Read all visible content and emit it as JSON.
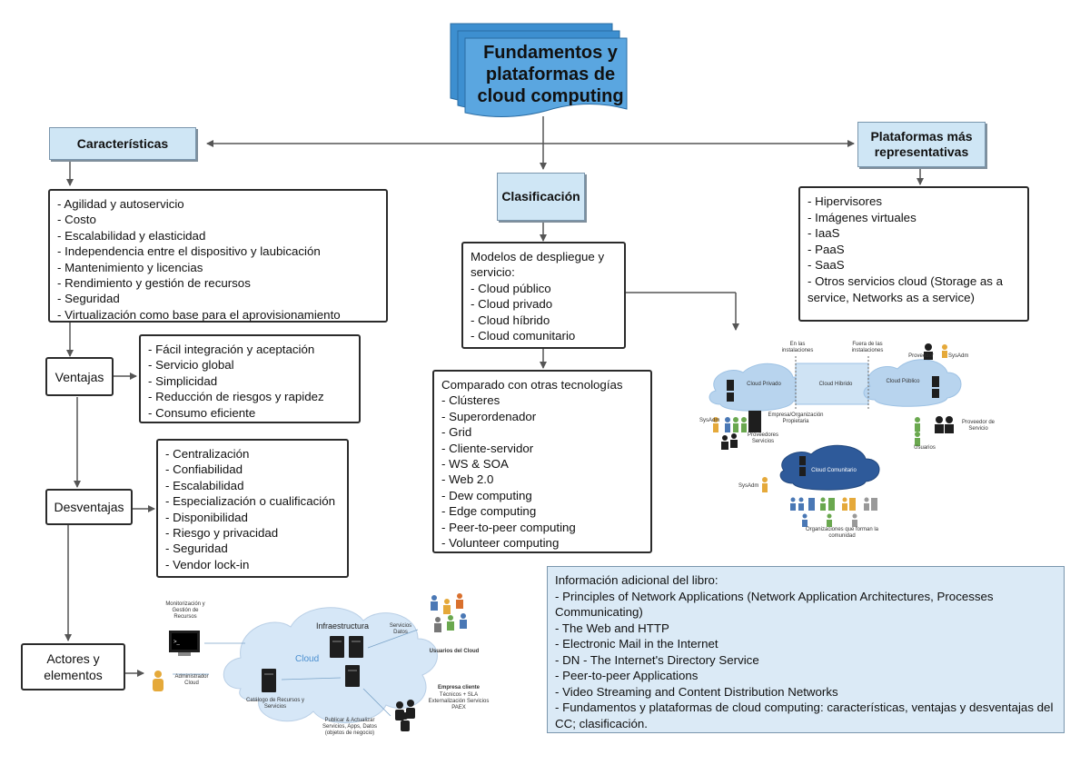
{
  "title": "Fundamentos y plataformas de cloud computing",
  "caracteristicas": {
    "label": "Características",
    "items": [
      "- Agilidad y autoservicio",
      "- Costo",
      "- Escalabilidad y elasticidad",
      "- Independencia entre el dispositivo y laubicación",
      "- Mantenimiento y licencias",
      "- Rendimiento y gestión de recursos",
      "- Seguridad",
      "- Virtualización como base para el aprovisionamiento"
    ]
  },
  "ventajas": {
    "label": "Ventajas",
    "items": [
      "- Fácil integración y aceptación",
      "- Servicio global",
      "- Simplicidad",
      "- Reducción de riesgos y rapidez",
      "- Consumo eficiente"
    ]
  },
  "desventajas": {
    "label": "Desventajas",
    "items": [
      "- Centralización",
      "- Confiabilidad",
      "- Escalabilidad",
      "- Especialización o cualificación",
      "- Disponibilidad",
      "- Riesgo y privacidad",
      "- Seguridad",
      "- Vendor lock-in"
    ]
  },
  "actores": {
    "label": "Actores y elementos",
    "infra": "Infraestructura",
    "cloud": "Cloud",
    "monitor": "Monitorización y Gestión de Recursos",
    "admin": "Administrador Cloud",
    "catalog": "Catálogo de Recursos y Servicios",
    "publish": "Publicar & Actualizar Servicios, Apps, Datos (objetos de negocio)",
    "servicios_datos": "Servicios Datos",
    "usuarios": "Usuarios del Cloud",
    "empresa": "Empresa cliente",
    "empresa_sub": "Técnicos + SLA Externalización Servicios PAEX"
  },
  "clasificacion": {
    "label": "Clasificación",
    "modelos": [
      "Modelos de despliegue y",
      "servicio:",
      "- Cloud público",
      "- Cloud privado",
      "- Cloud híbrido",
      "- Cloud comunitario"
    ],
    "comparado": [
      "Comparado con otras tecnologías",
      "- Clústeres",
      "- Superordenador",
      "- Grid",
      "- Cliente-servidor",
      "- WS & SOA",
      "- Web 2.0",
      "- Dew computing",
      "- Edge computing",
      "- Peer-to-peer computing",
      "- Volunteer computing"
    ]
  },
  "plataformas": {
    "label": "Plataformas más representativas",
    "items": [
      "- Hipervisores",
      "- Imágenes virtuales",
      "- IaaS",
      "- PaaS",
      "- SaaS",
      "- Otros servicios cloud (Storage as a service, Networks as a service)"
    ]
  },
  "deploy_diagram": {
    "privado": "Cloud Privado",
    "hibrido": "Cloud Híbrido",
    "publico": "Cloud Público",
    "comunitario": "Cloud Comunitario",
    "en_inst": "En las instalaciones",
    "fuera_inst": "Fuera de las instalaciones",
    "proveedor": "Proveedor",
    "sysadm": "SysAdm",
    "empresa_org": "Empresa/Organización Propietaria",
    "proveedores": "Proveedores Servicios",
    "proveedor_servicio": "Proveedor de Servicio",
    "usuarios": "Usuarios",
    "organizaciones": "Organizaciones que forman la comunidad"
  },
  "info": {
    "items": [
      "Información adicional del libro:",
      "- Principles of Network Applications (Network Application Architectures, Processes Communicating)",
      "- The Web and HTTP",
      "- Electronic Mail in the Internet",
      "- DN - The Internet's Directory Service",
      "- Peer-to-peer Applications",
      "- Video Streaming and Content Distribution Networks",
      "- Fundamentos y plataformas de cloud computing: características, ventajas y desventajas del CC; clasificación."
    ]
  },
  "colors": {
    "accent_box": "#cfe6f5",
    "title_blue": "#3d8fd0",
    "cloud_blue": "#b8d4ee",
    "cloud_dark": "#2e5a9a"
  }
}
